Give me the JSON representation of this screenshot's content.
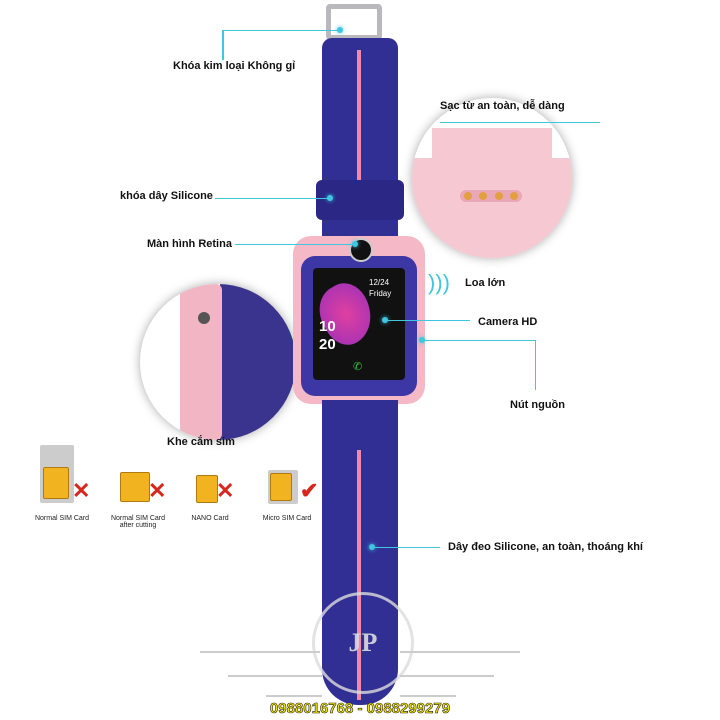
{
  "callouts": {
    "buckle": "Khóa kim loại Không gỉ",
    "charging": "Sạc từ an toàn, dễ dàng",
    "keeper": "khóa dây Silicone",
    "screen": "Màn hình Retina",
    "speaker": "Loa lớn",
    "camera": "Camera HD",
    "power": "Nút nguồn",
    "sim_slot": "Khe cắm sim",
    "strap": "Dây đeo Silicone, an toàn, thoáng khí"
  },
  "screen": {
    "date": "12/24",
    "day": "Friday",
    "hour": "10",
    "minute": "20"
  },
  "sim_cards": [
    {
      "label": "Normal SIM Card",
      "ok": false
    },
    {
      "label": "Normal SIM Card after cutting",
      "ok": false
    },
    {
      "label": "NANO Card",
      "ok": false
    },
    {
      "label": "Micro SIM Card",
      "ok": true
    }
  ],
  "watermark": "JP",
  "contact": "0988016768 - 0988299279",
  "colors": {
    "strap": "#2e2c8f",
    "pink": "#f4b8c6",
    "accent": "#3fc6e0"
  }
}
